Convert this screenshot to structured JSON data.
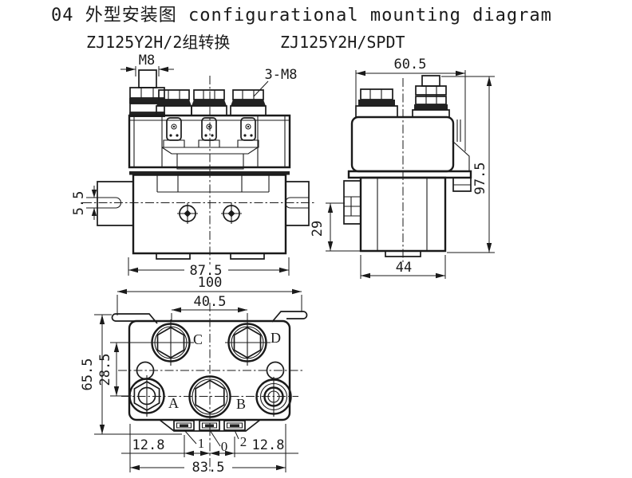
{
  "title": "04 外型安装图 configurational mounting diagram",
  "variants": {
    "left": "ZJ125Y2H/2组转换",
    "right": "ZJ125Y2H/SPDT"
  },
  "front_view": {
    "dims": {
      "stud_thread": "M8",
      "terminal_thread": "3-M8",
      "slot_height": "5.5",
      "body_width": "87.5"
    }
  },
  "side_view": {
    "dims": {
      "top_width": "60.5",
      "overall_height": "97.5",
      "flange_offset": "29",
      "base_width": "44"
    }
  },
  "bottom_view": {
    "dims": {
      "overall_width": "100",
      "cd_spacing": "40.5",
      "overall_height": "65.5",
      "row_spacing": "28.5",
      "tab_pitch_left": "12.8",
      "tab_pitch_right": "12.8",
      "body_width": "83.5"
    },
    "terminals": {
      "a": "A",
      "b": "B",
      "c": "C",
      "d": "D"
    },
    "tabs": {
      "t1": "1",
      "t0": "0",
      "t2": "2"
    }
  },
  "colors": {
    "line": "#1a1a1a",
    "dark_fill": "#222222",
    "background": "#ffffff"
  }
}
